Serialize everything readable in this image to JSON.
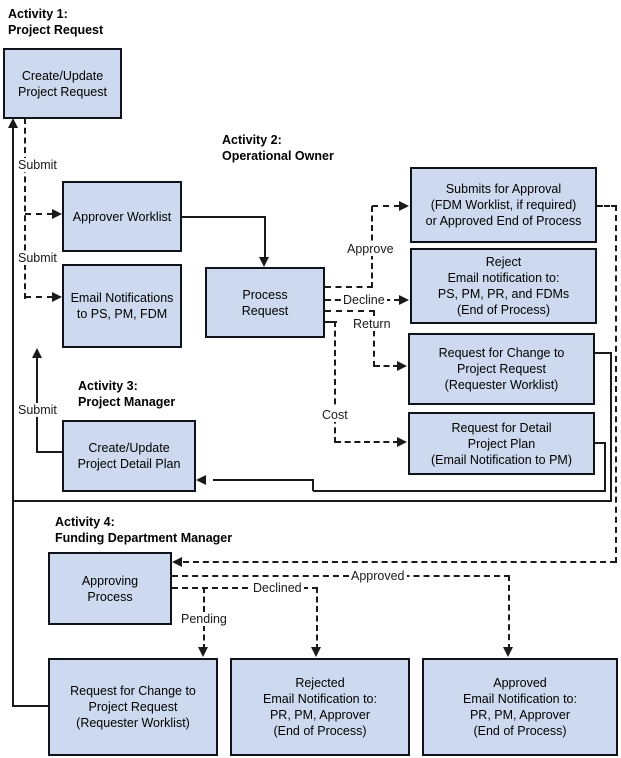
{
  "colors": {
    "background": "#FFFFFF",
    "box_fill": "#CDD9EE",
    "box_border": "#10131A",
    "line": "#1A1A1A",
    "text": "#000000"
  },
  "headings": {
    "activity1": {
      "line1": "Activity 1:",
      "line2": "Project Request"
    },
    "activity2": {
      "line1": "Activity 2:",
      "line2": "Operational Owner"
    },
    "activity3": {
      "line1": "Activity 3:",
      "line2": "Project Manager"
    },
    "activity4": {
      "line1": "Activity 4:",
      "line2": "Funding Department Manager"
    }
  },
  "boxes": {
    "create_update_project_request": {
      "lines": [
        "Create/Update",
        "Project Request"
      ]
    },
    "approver_worklist": {
      "lines": [
        "Approver Worklist"
      ]
    },
    "email_notifications": {
      "lines": [
        "Email Notifications",
        "to PS, PM, FDM"
      ]
    },
    "process_request": {
      "lines": [
        "Process",
        "Request"
      ]
    },
    "submits_for_approval": {
      "lines": [
        "Submits for Approval",
        "(FDM Worklist, if required)",
        "or Approved End of Process"
      ]
    },
    "reject_email": {
      "lines": [
        "Reject",
        "Email notification to:",
        "PS, PM, PR, and FDMs",
        "(End of Process)"
      ]
    },
    "request_change_right": {
      "lines": [
        "Request for Change to",
        "Project Request",
        "(Requester Worklist)"
      ]
    },
    "request_detail_plan": {
      "lines": [
        "Request for Detail",
        "Project Plan",
        "(Email Notification to PM)"
      ]
    },
    "create_update_detail_plan": {
      "lines": [
        "Create/Update",
        "Project Detail Plan"
      ]
    },
    "approving_process": {
      "lines": [
        "Approving",
        "Process"
      ]
    },
    "request_change_bottom": {
      "lines": [
        "Request for Change to",
        "Project Request",
        "(Requester Worklist)"
      ]
    },
    "rejected_email": {
      "lines": [
        "Rejected",
        "Email Notification to:",
        "PR, PM, Approver",
        "(End of Process)"
      ]
    },
    "approved_email": {
      "lines": [
        "Approved",
        "Email Notification to:",
        "PR, PM, Approver",
        "(End of Process)"
      ]
    }
  },
  "labels": {
    "submit_to_worklist": "Submit",
    "submit_to_email": "Submit",
    "submit_detail_plan": "Submit",
    "approve": "Approve",
    "decline": "Decline",
    "return": "Return",
    "cost": "Cost",
    "approved": "Approved",
    "declined": "Declined",
    "pending": "Pending"
  }
}
